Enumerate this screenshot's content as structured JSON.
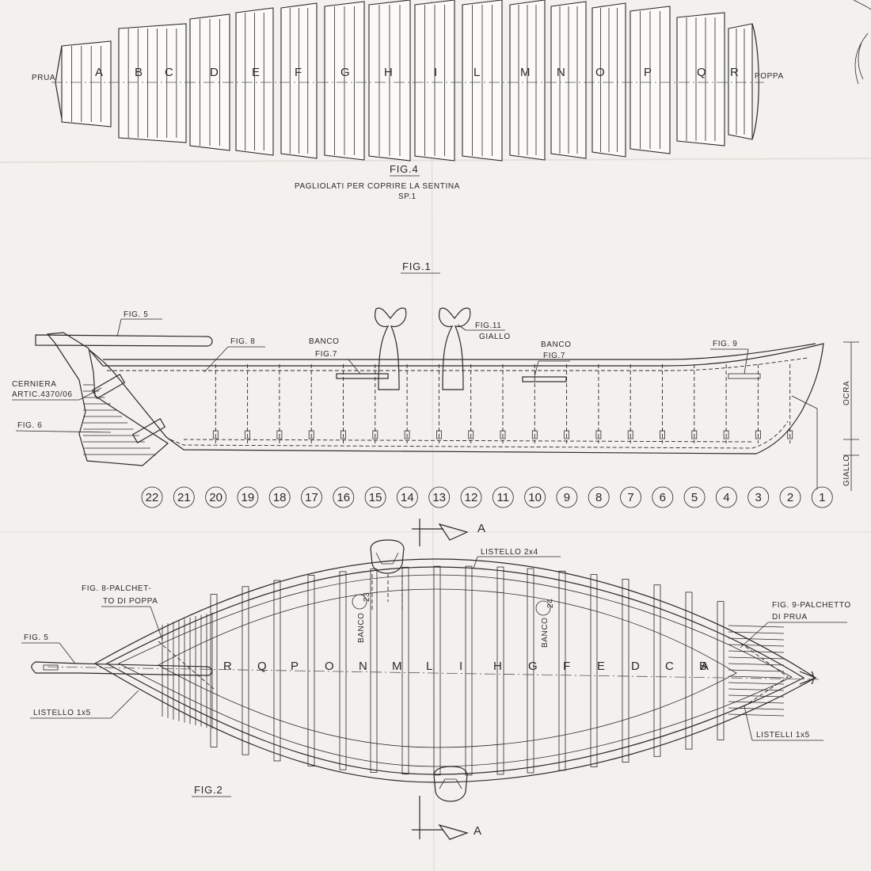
{
  "fig4": {
    "title": "FIG.4",
    "subtitle": "PAGLIOLATI PER COPRIRE LA SENTINA",
    "scale": "SP.1",
    "prua": "PRUA",
    "poppa": "POPPA",
    "boards": [
      "A",
      "B",
      "C",
      "D",
      "E",
      "F",
      "G",
      "H",
      "I",
      "L",
      "M",
      "N",
      "O",
      "P",
      "Q",
      "R"
    ]
  },
  "fig1": {
    "title": "FIG.1",
    "labels": {
      "fig5": "FIG. 5",
      "fig8": "FIG. 8",
      "banco1": "BANCO",
      "banco1_ref": "FIG.7",
      "fig11": "FIG.11",
      "giallo_top": "GIALLO",
      "banco2": "BANCO",
      "banco2_ref": "FIG.7",
      "fig9": "FIG. 9",
      "cerniera": "CERNIERA",
      "artic": "ARTIC.4370/06",
      "fig6": "FIG. 6",
      "ocra": "OCRA",
      "giallo_side": "GIALLO"
    },
    "frames": [
      "22",
      "21",
      "20",
      "19",
      "18",
      "17",
      "16",
      "15",
      "14",
      "13",
      "12",
      "11",
      "10",
      "9",
      "8",
      "7",
      "6",
      "5",
      "4",
      "3",
      "2",
      "1"
    ]
  },
  "section": {
    "label_top": "A",
    "label_bottom": "A"
  },
  "fig2": {
    "title": "FIG.2",
    "labels": {
      "listello24": "LISTELLO 2x4",
      "fig8_line1": "FIG. 8-PALCHET-",
      "fig8_line2": "TO DI POPPA",
      "fig9_line1": "FIG. 9-PALCHETTO",
      "fig9_line2": "DI PRUA",
      "fig5": "FIG. 5",
      "listello15": "LISTELLO 1x5",
      "listelli15": "LISTELLI 1x5",
      "banco23": "BANCO",
      "banco23_num": "23",
      "banco24": "BANCO",
      "banco24_num": "24"
    },
    "letters": [
      "R",
      "Q",
      "P",
      "O",
      "N",
      "M",
      "L",
      "I",
      "H",
      "G",
      "F",
      "E",
      "D",
      "C",
      "B",
      "A"
    ]
  }
}
